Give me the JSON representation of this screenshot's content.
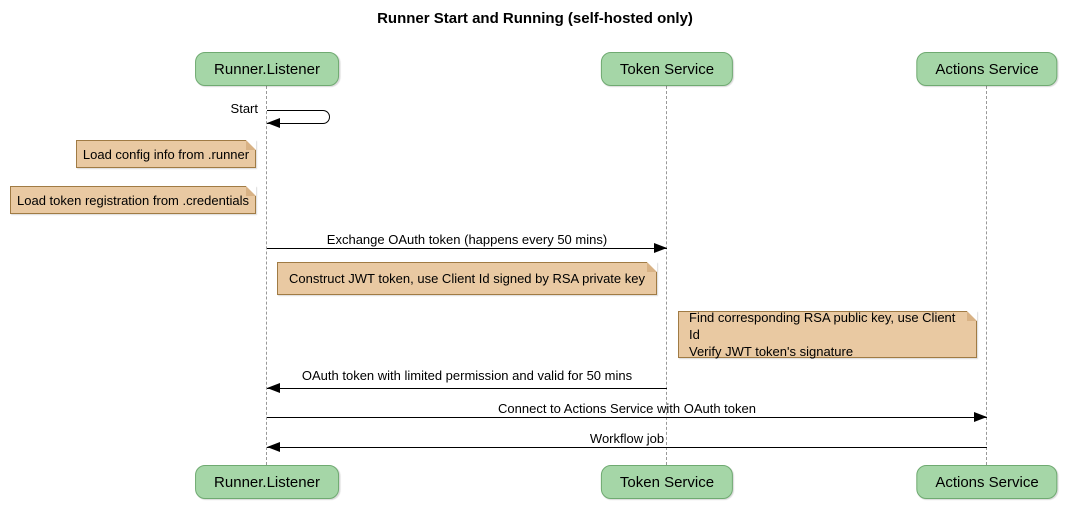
{
  "title": "Runner Start and Running (self-hosted only)",
  "participants": [
    {
      "name": "Runner.Listener"
    },
    {
      "name": "Token Service"
    },
    {
      "name": "Actions Service"
    }
  ],
  "messages": [
    {
      "label": "Start",
      "from": "Runner.Listener",
      "to": "Runner.Listener",
      "type": "self"
    },
    {
      "label": "Exchange OAuth token (happens every 50 mins)",
      "from": "Runner.Listener",
      "to": "Token Service",
      "type": "solid-arrow"
    },
    {
      "label": "OAuth token with limited permission and valid for 50 mins",
      "from": "Token Service",
      "to": "Runner.Listener",
      "type": "solid-arrow"
    },
    {
      "label": "Connect to Actions Service with OAuth token",
      "from": "Runner.Listener",
      "to": "Actions Service",
      "type": "solid-arrow"
    },
    {
      "label": "Workflow job",
      "from": "Actions Service",
      "to": "Runner.Listener",
      "type": "solid-arrow"
    }
  ],
  "notes": [
    {
      "text": "Load config info from .runner",
      "position": "left of Runner.Listener"
    },
    {
      "text": "Load token registration from .credentials",
      "position": "left of Runner.Listener"
    },
    {
      "text": "Construct JWT token, use Client Id signed by RSA private key",
      "position": "over Runner.Listener and Token Service"
    },
    {
      "text": "Find corresponding RSA public key, use Client Id\nVerify JWT token's signature",
      "position": "right of Token Service"
    }
  ],
  "colors": {
    "background": "#FFFFFF",
    "participant_fill": "#A5D6A7",
    "participant_border": "#6FAA71",
    "note_fill": "#E9C9A2",
    "note_border": "#A07B44",
    "note_fold": "#D8B285",
    "lifeline": "#999999",
    "arrow": "#000000",
    "text": "#000000"
  }
}
